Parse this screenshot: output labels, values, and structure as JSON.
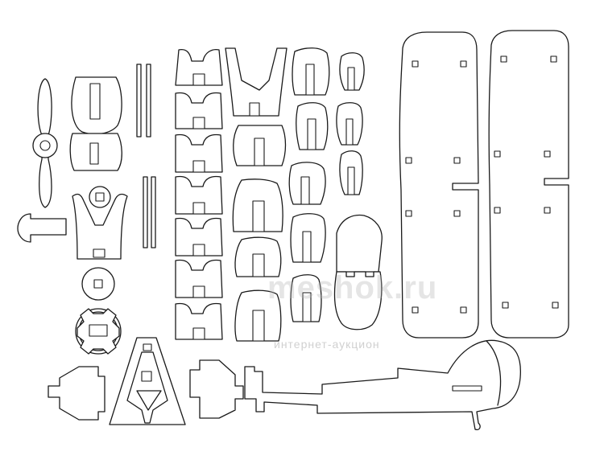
{
  "sheet": {
    "title": "Plywood airplane model laser-cut parts",
    "line_color": "#1a1a1a",
    "background": "#ffffff"
  },
  "watermark": {
    "big_text": "meshok.ru",
    "small_text": "интернет-аукцион"
  }
}
